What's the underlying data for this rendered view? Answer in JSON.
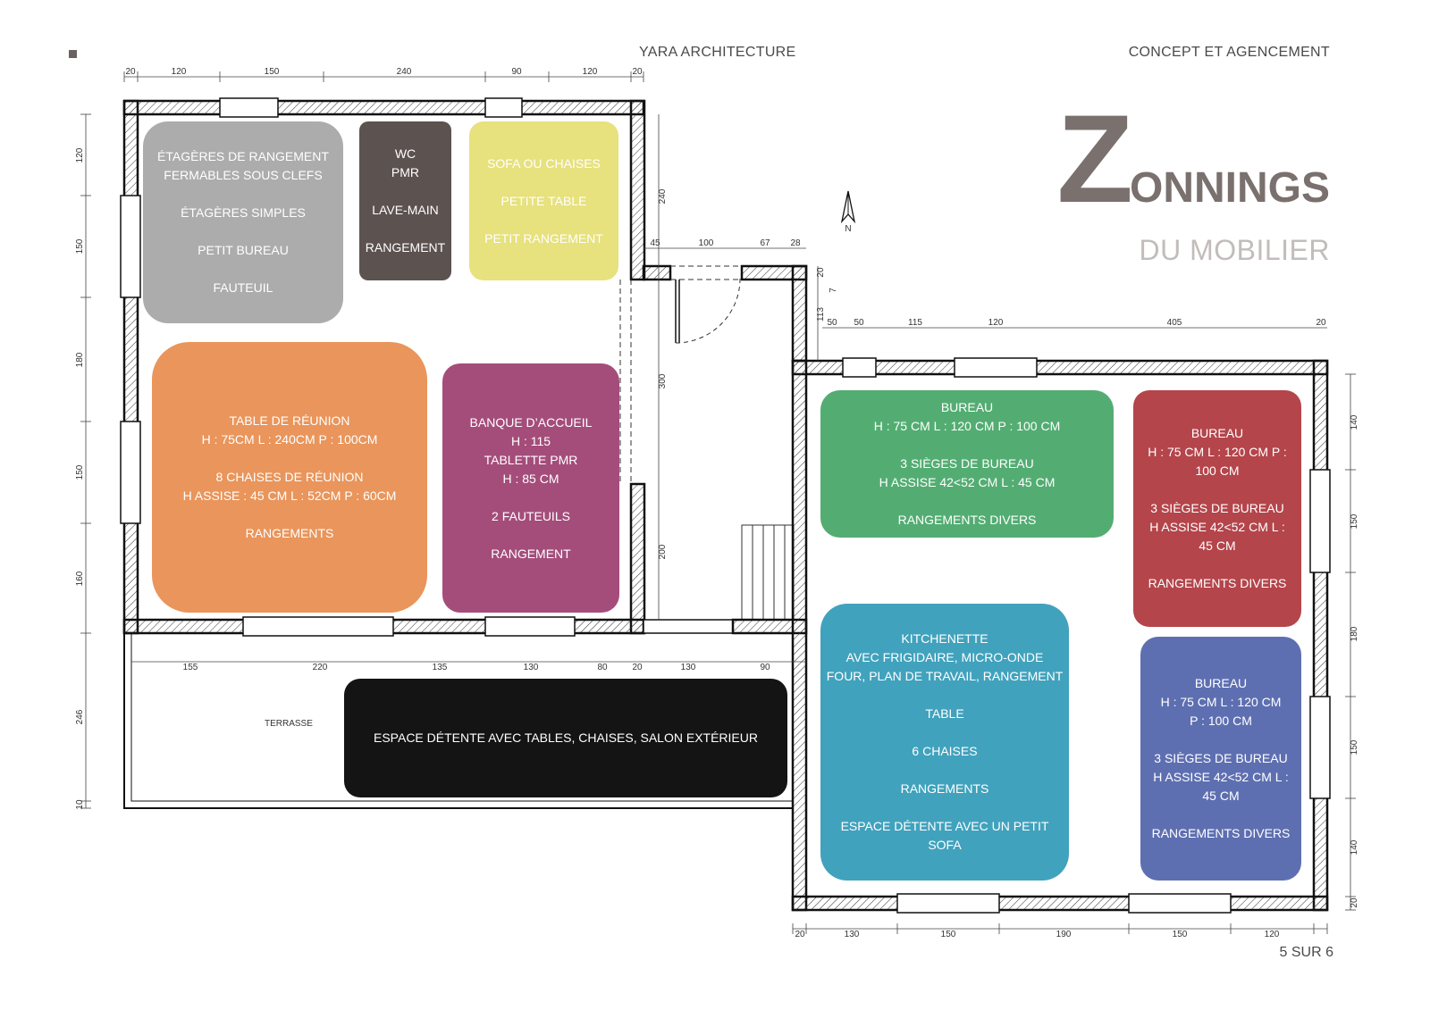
{
  "header": {
    "firm": "YARA ARCHITECTURE",
    "section": "CONCEPT ET AGENCEMENT"
  },
  "title": {
    "initial": "Z",
    "rest": "ONNINGS",
    "subtitle": "DU MOBILIER"
  },
  "pagination": "5 SUR 6",
  "north_label": "N",
  "terrace_label": "TERRASSE",
  "zones": {
    "storage": "ÉTAGÈRES DE RANGEMENT\nFERMABLES SOUS CLEFS\n\nÉTAGÈRES SIMPLES\n\nPETIT BUREAU\n\nFAUTEUIL",
    "wc": "WC\nPMR\n\nLAVE-MAIN\n\nRANGEMENT",
    "sofa": "SOFA OU CHAISES\n\nPETITE TABLE\n\nPETIT RANGEMENT",
    "meeting": "TABLE DE RÉUNION\nH : 75CM L : 240CM P : 100CM\n\n8 CHAISES DE RÉUNION\nH ASSISE : 45 CM L : 52CM P : 60CM\n\nRANGEMENTS",
    "reception": "BANQUE D’ACCUEIL\nH : 115\nTABLETTE PMR\nH : 85 CM\n\n2 FAUTEUILS\n\nRANGEMENT",
    "terrace": "ESPACE DÉTENTE AVEC TABLES, CHAISES, SALON EXTÉRIEUR",
    "office_green": "BUREAU\nH : 75 CM L : 120 CM P : 100 CM\n\n3 SIÈGES DE BUREAU\nH ASSISE 42<52 CM L : 45 CM\n\nRANGEMENTS DIVERS",
    "office_red": "BUREAU\nH : 75 CM L : 120 CM P :\n100 CM\n\n3 SIÈGES DE BUREAU\nH ASSISE 42<52 CM L :\n45 CM\n\nRANGEMENTS DIVERS",
    "kitchen": "KITCHENETTE\nAVEC FRIGIDAIRE, MICRO-ONDE\nFOUR, PLAN DE TRAVAIL, RANGEMENT\n\nTABLE\n\n6 CHAISES\n\nRANGEMENTS\n\nESPACE DÉTENTE AVEC UN PETIT\nSOFA",
    "office_blue": "BUREAU\nH : 75 CM L : 120 CM\nP : 100 CM\n\n3 SIÈGES DE BUREAU\nH ASSISE 42<52 CM L :\n45 CM\n\nRANGEMENTS DIVERS"
  },
  "zone_colors": {
    "storage": "#acacac",
    "wc": "#5c5250",
    "sofa": "#e7e17e",
    "meeting": "#e9955b",
    "reception": "#a44d7b",
    "terrace": "#141414",
    "office_green": "#53ad72",
    "office_red": "#b4454b",
    "kitchen": "#41a2bd",
    "office_blue": "#5e6fb1"
  },
  "dimensions": {
    "top_left": [
      "20",
      "120",
      "150",
      "240",
      "90",
      "120",
      "20"
    ],
    "left_side": [
      "120",
      "150",
      "180",
      "150",
      "160",
      "246",
      "10"
    ],
    "entrance_top": [
      "45",
      "100",
      "67",
      "28"
    ],
    "entrance_side": [
      "20",
      "7",
      "113"
    ],
    "west_right": [
      "240",
      "300",
      "200"
    ],
    "east_top": [
      "50",
      "50",
      "115",
      "120",
      "405",
      "20"
    ],
    "east_right": [
      "140",
      "150",
      "180",
      "150",
      "140",
      "20"
    ],
    "terrace_row": [
      "155",
      "220",
      "135",
      "130",
      "80",
      "20",
      "130",
      "90"
    ],
    "bottom": [
      "20",
      "130",
      "150",
      "190",
      "150",
      "120"
    ]
  }
}
